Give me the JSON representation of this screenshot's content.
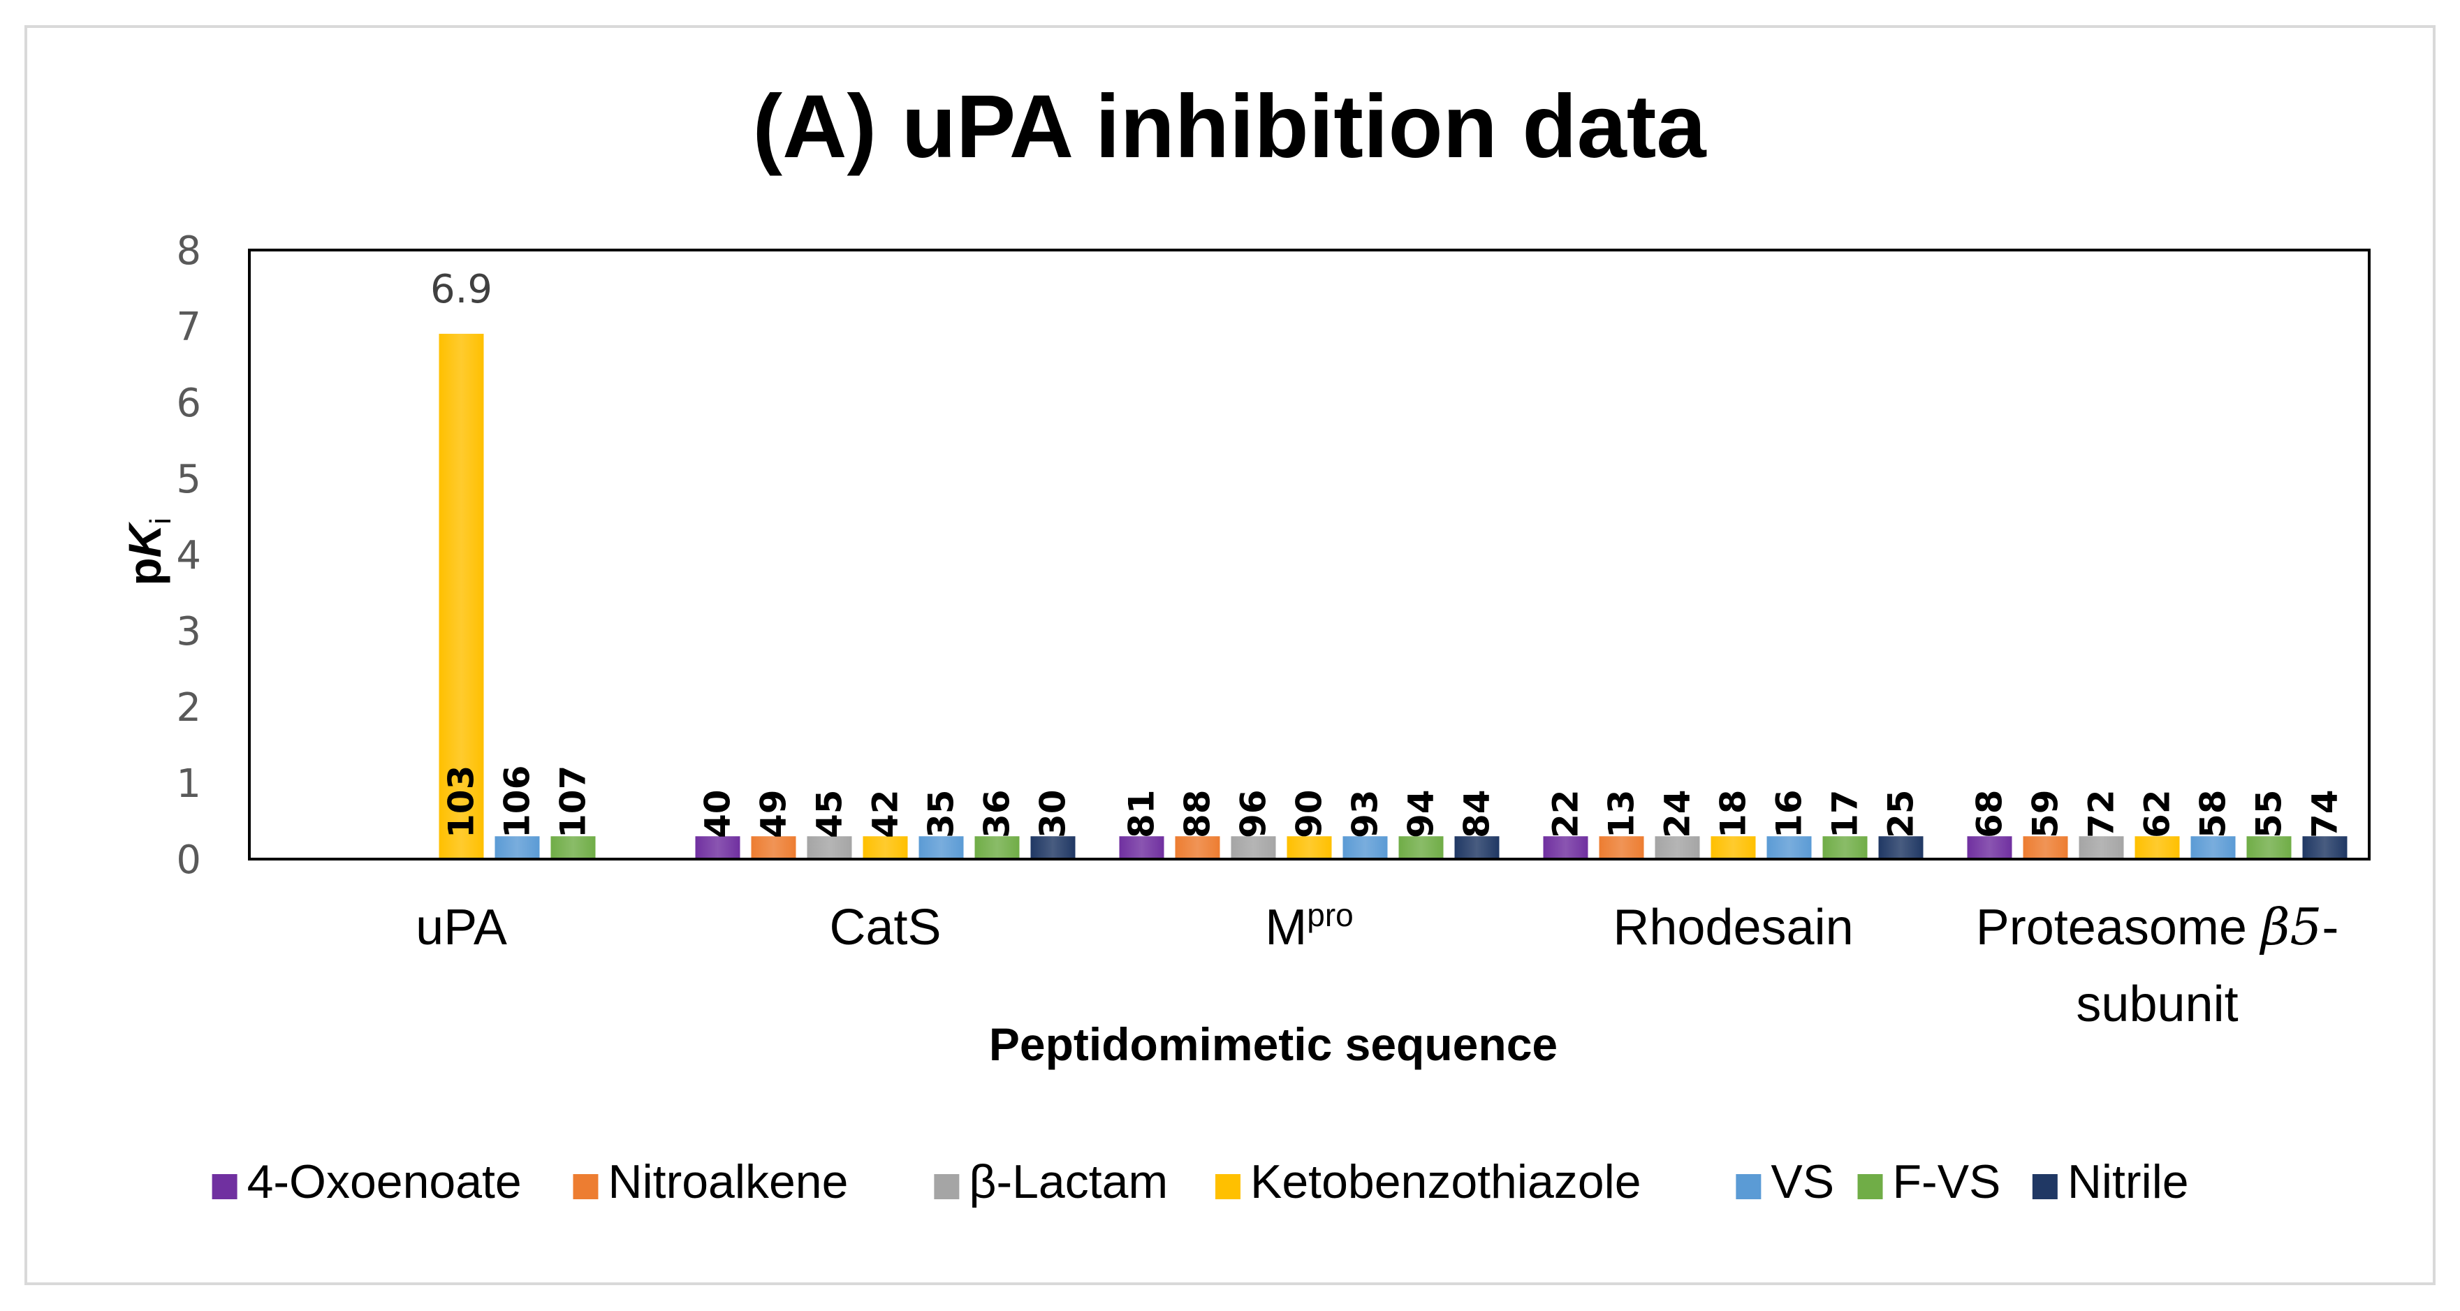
{
  "chart_data": {
    "type": "bar",
    "title": "(A) uPA inhibition data",
    "ylabel_main": "p",
    "ylabel_italic": "K",
    "ylabel_sub": "i",
    "xlabel": "Peptidomimetic sequence",
    "ylim": [
      0,
      8
    ],
    "yticks": [
      "0",
      "1",
      "2",
      "3",
      "4",
      "5",
      "6",
      "7",
      "8"
    ],
    "categories": [
      {
        "label": "uPA",
        "sup": "",
        "italic_line": "",
        "line2": ""
      },
      {
        "label": "CatS",
        "sup": "",
        "italic_line": "",
        "line2": ""
      },
      {
        "label": "M",
        "sup": "pro",
        "italic_line": "",
        "line2": ""
      },
      {
        "label": "Rhodesain",
        "sup": "",
        "italic_line": "",
        "line2": ""
      },
      {
        "label": "Proteasome ",
        "sup": "",
        "italic_line": "β5",
        "suffix": "-",
        "line2": "subunit"
      }
    ],
    "series": [
      {
        "name": "4-Oxoenoate",
        "color": "#7030a0"
      },
      {
        "name": "Nitroalkene",
        "color": "#ed7d31"
      },
      {
        "name": "β-Lactam",
        "color": "#a5a5a5"
      },
      {
        "name": "Ketobenzothiazole",
        "color": "#ffc000"
      },
      {
        "name": "VS",
        "color": "#5b9bd5"
      },
      {
        "name": "F-VS",
        "color": "#70ad47"
      },
      {
        "name": "Nitrile",
        "color": "#203864"
      }
    ],
    "values": [
      [
        null,
        null,
        null,
        6.9,
        0.3,
        0.3,
        null
      ],
      [
        0.3,
        0.3,
        0.3,
        0.3,
        0.3,
        0.3,
        0.3
      ],
      [
        0.3,
        0.3,
        0.3,
        0.3,
        0.3,
        0.3,
        0.3
      ],
      [
        0.3,
        0.3,
        0.3,
        0.3,
        0.3,
        0.3,
        0.3
      ],
      [
        0.3,
        0.3,
        0.3,
        0.3,
        0.3,
        0.3,
        0.3
      ]
    ],
    "bar_labels": [
      [
        null,
        null,
        null,
        "103",
        "106",
        "107",
        null
      ],
      [
        "40",
        "49",
        "45",
        "42",
        "35",
        "36",
        "30"
      ],
      [
        "81",
        "88",
        "96",
        "90",
        "93",
        "94",
        "84"
      ],
      [
        "22",
        "13",
        "24",
        "18",
        "16",
        "17",
        "25"
      ],
      [
        "68",
        "59",
        "72",
        "62",
        "58",
        "55",
        "74"
      ]
    ],
    "value_annotations": [
      {
        "category": 0,
        "series": 3,
        "text": "6.9"
      }
    ],
    "legend_position": "bottom",
    "grid": false
  }
}
